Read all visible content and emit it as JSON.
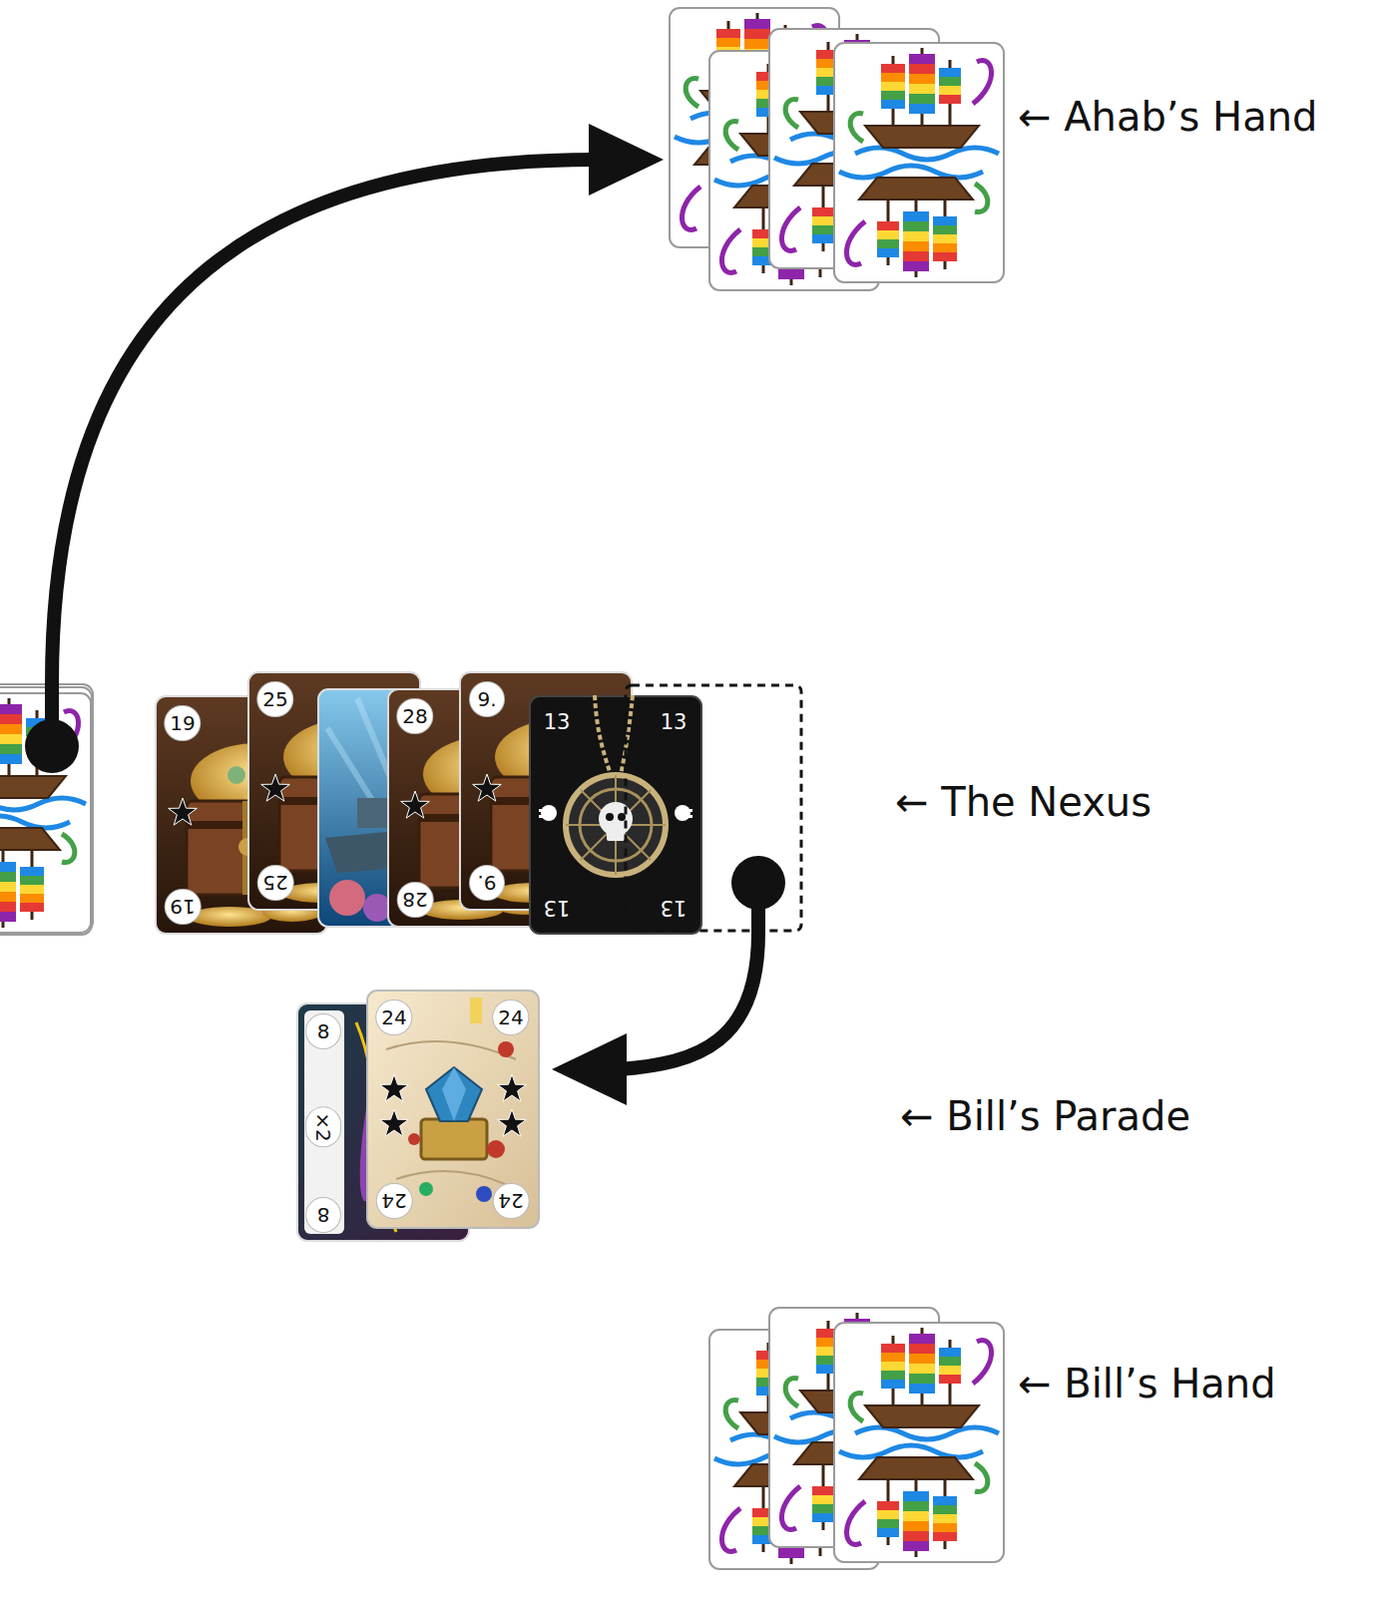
{
  "diagram": {
    "nodes": [
      {
        "text": [
          "← Ahab’s Hand"
        ]
      },
      {
        "text": []
      },
      {
        "text": [
          "← The Nexus"
        ]
      },
      {
        "text": [
          "19",
          "19"
        ],
        "in": 2
      },
      {
        "text": [
          "25",
          "25"
        ],
        "in": 2
      },
      {
        "text": [
          "28",
          "28"
        ],
        "in": 2
      },
      {
        "text": [
          "9.",
          "9."
        ],
        "in": 2
      },
      {
        "text": [
          "13",
          "13",
          "13",
          "13"
        ],
        "in": 2
      },
      {
        "text": [],
        "in": 2
      },
      {
        "text": [
          "← Bill’s Parade"
        ]
      },
      {
        "text": [
          "8",
          "×2",
          "8"
        ],
        "in": 9
      },
      {
        "text": [
          "24",
          "24",
          "24",
          "24"
        ],
        "in": 9
      },
      {
        "text": [
          "← Bill’s Hand"
        ]
      }
    ],
    "edges": [
      {
        "from": 1,
        "to": 0,
        "arrow": "to"
      },
      {
        "from": 8,
        "to": 9,
        "arrow": "to"
      }
    ]
  }
}
